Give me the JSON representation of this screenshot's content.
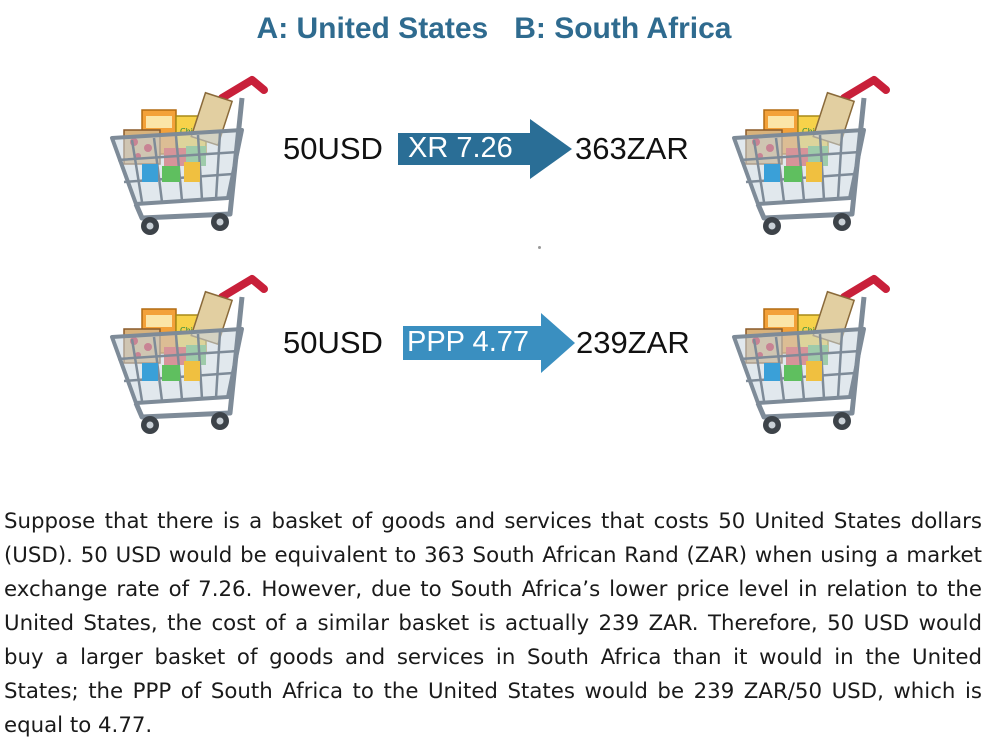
{
  "header": {
    "country_a": "A: United States",
    "country_b": "B: South Africa"
  },
  "rows": [
    {
      "from_amount": "50USD",
      "arrow_label": "XR 7.26",
      "to_amount": "363ZAR",
      "arrow_color": "#2a6e96"
    },
    {
      "from_amount": "50USD",
      "arrow_label": "PPP 4.77",
      "to_amount": "239ZAR",
      "arrow_color": "#3a8fc0"
    }
  ],
  "icons": {
    "cart": "shopping-cart-icon"
  },
  "colors": {
    "title": "#2f6b8f",
    "cart_handle": "#c8203a",
    "cart_frame": "#8a96a3"
  },
  "description": "Suppose that there is a basket of goods and services that costs 50 United States dollars (USD). 50 USD would be equivalent to 363 South African Rand (ZAR) when using a market exchange rate of 7.26. However, due to South Africa’s lower price level in relation to the United States, the cost of a similar basket is actually 239 ZAR. Therefore, 50 USD would buy a larger basket of goods and services in South Africa than it would in the United States; the PPP of South Africa to the United States would be 239 ZAR/50 USD, which is equal to 4.77."
}
